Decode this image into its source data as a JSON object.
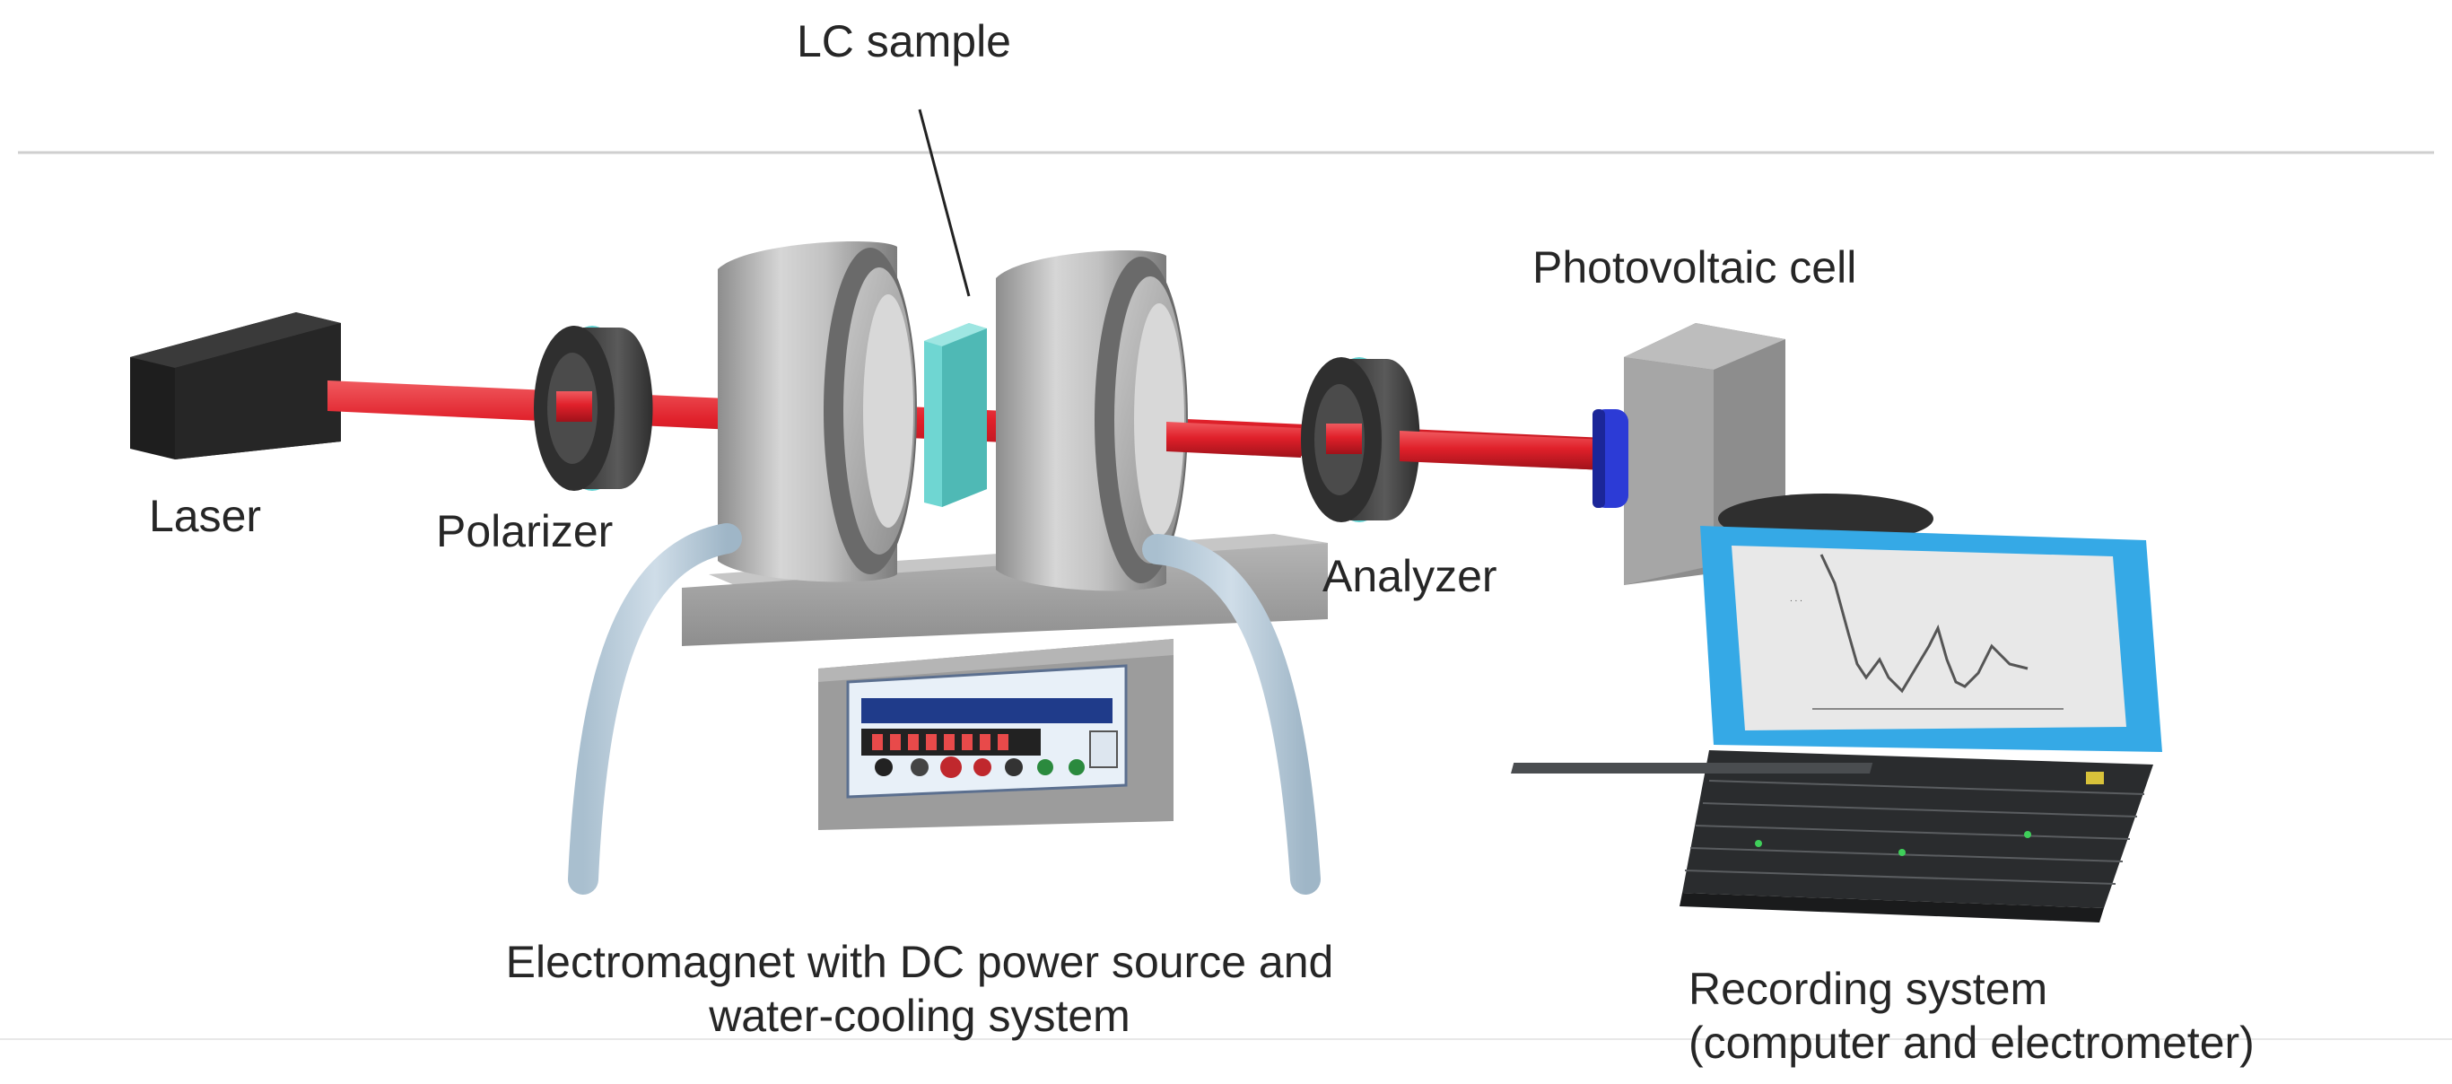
{
  "labels": {
    "lc_sample": "LC sample",
    "photovoltaic_cell": "Photovoltaic cell",
    "laser": "Laser",
    "polarizer": "Polarizer",
    "analyzer": "Analyzer",
    "electromagnet_line1": "Electromagnet with DC power source and",
    "electromagnet_line2": "water-cooling system",
    "recording_line1": "Recording system",
    "recording_line2": "(computer and electrometer)"
  },
  "colors": {
    "beam": "#e0202a",
    "laser_body": "#262626",
    "ring_dark": "#4a4a4a",
    "ring_edge": "#5fd0d0",
    "magnet": "#a9a9a9",
    "sample": "#6fd6d2",
    "base": "#9a9a9a",
    "hose": "#b9ccda",
    "screen_frame": "#35a9e6",
    "keyboard": "#2a2c2e",
    "detector_lens": "#2c3bd6"
  }
}
